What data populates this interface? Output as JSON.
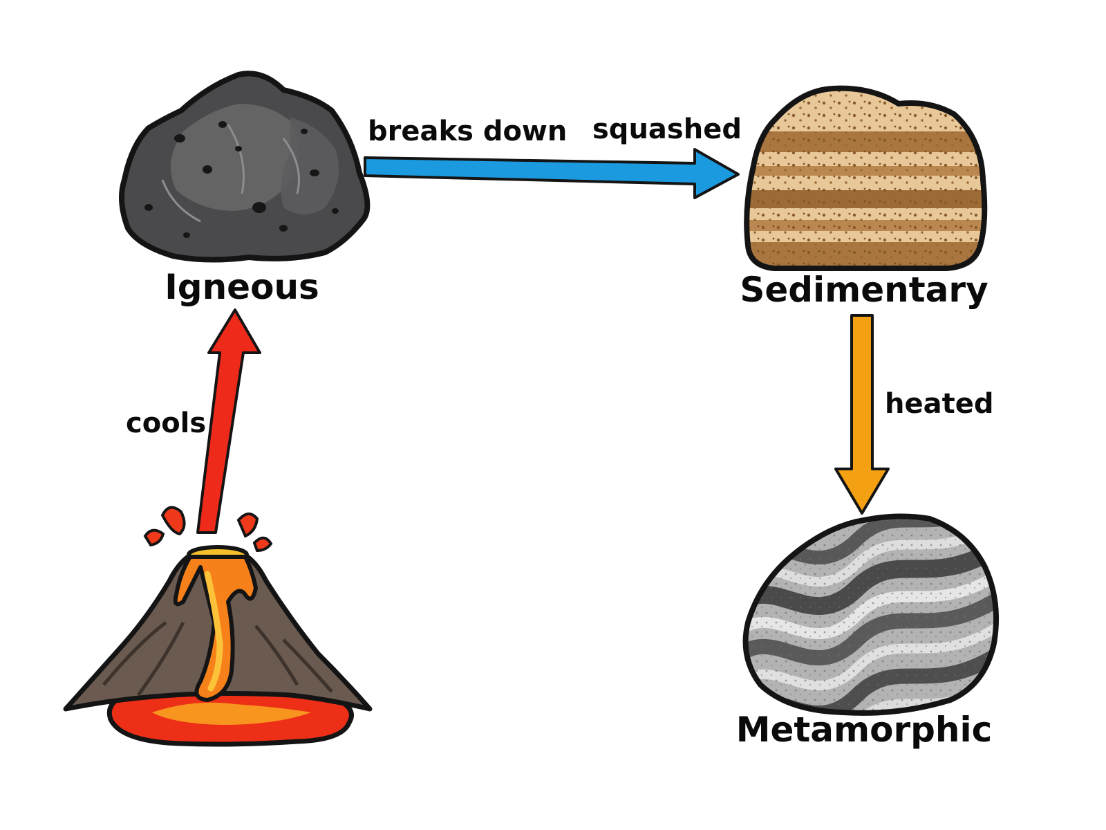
{
  "nodes": {
    "igneous": {
      "label": "Igneous",
      "icon": "igneous-rock-icon"
    },
    "sedimentary": {
      "label": "Sedimentary",
      "icon": "layered-sedimentary-rock-icon"
    },
    "metamorphic": {
      "label": "Metamorphic",
      "icon": "banded-metamorphic-rock-icon"
    },
    "volcano": {
      "icon": "erupting-volcano-icon"
    }
  },
  "edges": {
    "breaks_down": {
      "label": "breaks down"
    },
    "squashed": {
      "label": "squashed"
    },
    "heated": {
      "label": "heated"
    },
    "cools": {
      "label": "cools"
    }
  },
  "colors": {
    "arrow_blue": "#1b9ae0",
    "arrow_red": "#ee2a1b",
    "arrow_orange": "#f3a012",
    "outline": "#141414"
  }
}
